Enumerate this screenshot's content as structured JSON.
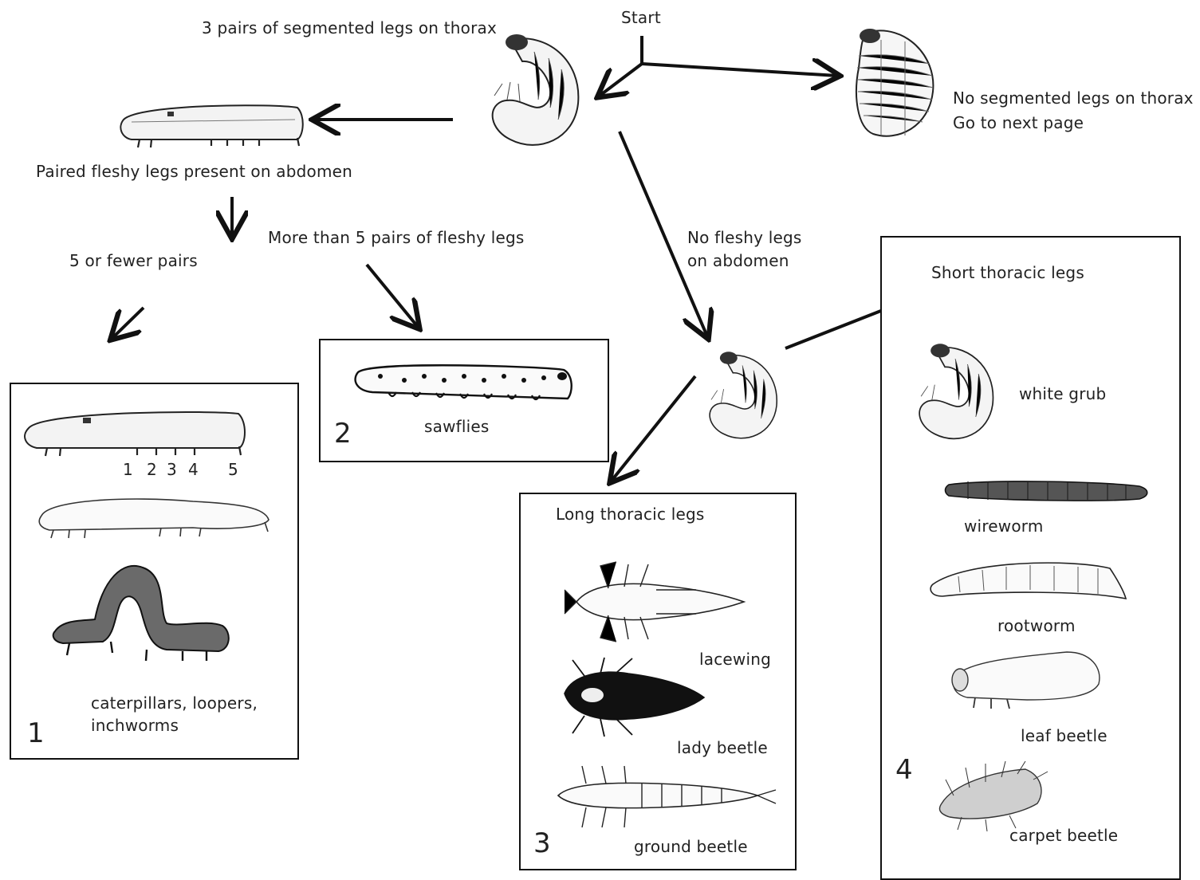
{
  "start": "Start",
  "three_pairs": "3 pairs of segmented  legs on thorax",
  "no_segmented": {
    "line1": "No segmented legs on thorax",
    "line2": "Go to next page"
  },
  "paired_fleshy": "Paired fleshy legs present on abdomen",
  "five_or_fewer": "5 or fewer pairs",
  "more_than_five": "More than 5 pairs of fleshy legs",
  "no_fleshy": {
    "line1": "No fleshy legs",
    "line2": "on abdomen"
  },
  "box1": {
    "number": "1",
    "leg_numbers": [
      "1",
      "2",
      "3",
      "4",
      "5"
    ],
    "caption_line1": "caterpillars, loopers,",
    "caption_line2": "inchworms"
  },
  "box2": {
    "number": "2",
    "caption": "sawflies"
  },
  "box3": {
    "number": "3",
    "heading": "Long thoracic legs",
    "items": [
      "lacewing",
      "lady beetle",
      "ground beetle"
    ]
  },
  "box4": {
    "number": "4",
    "heading": "Short thoracic legs",
    "items": [
      "white grub",
      "wireworm",
      "rootworm",
      "leaf beetle",
      "carpet beetle"
    ]
  }
}
